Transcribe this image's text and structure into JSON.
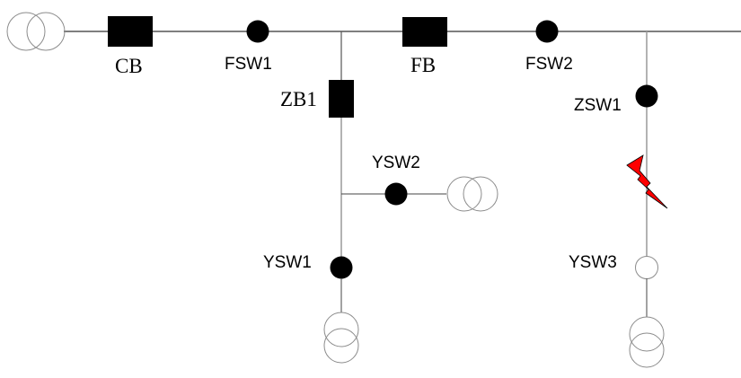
{
  "diagram": {
    "type": "single-line distribution network diagram",
    "components": {
      "source_transformer": {
        "kind": "transformer"
      },
      "CB": {
        "kind": "circuit-breaker",
        "label": "CB",
        "state": "closed"
      },
      "FSW1": {
        "kind": "switch",
        "label": "FSW1",
        "state": "closed"
      },
      "FB": {
        "kind": "circuit-breaker",
        "label": "FB",
        "state": "closed"
      },
      "FSW2": {
        "kind": "switch",
        "label": "FSW2",
        "state": "closed"
      },
      "ZB1": {
        "kind": "circuit-breaker",
        "label": "ZB1",
        "state": "closed"
      },
      "YSW1": {
        "kind": "switch",
        "label": "YSW1",
        "state": "closed"
      },
      "YSW2": {
        "kind": "switch",
        "label": "YSW2",
        "state": "closed"
      },
      "ZSW1": {
        "kind": "switch",
        "label": "ZSW1",
        "state": "closed"
      },
      "YSW3": {
        "kind": "switch",
        "label": "YSW3",
        "state": "open"
      },
      "fault": {
        "kind": "fault",
        "location": "between ZSW1 and YSW3",
        "color": "#ff0000"
      }
    },
    "colors": {
      "line": "#000000",
      "thin_line": "#8c8c8c",
      "fault": "#ff0000",
      "device_fill": "#000000"
    }
  }
}
